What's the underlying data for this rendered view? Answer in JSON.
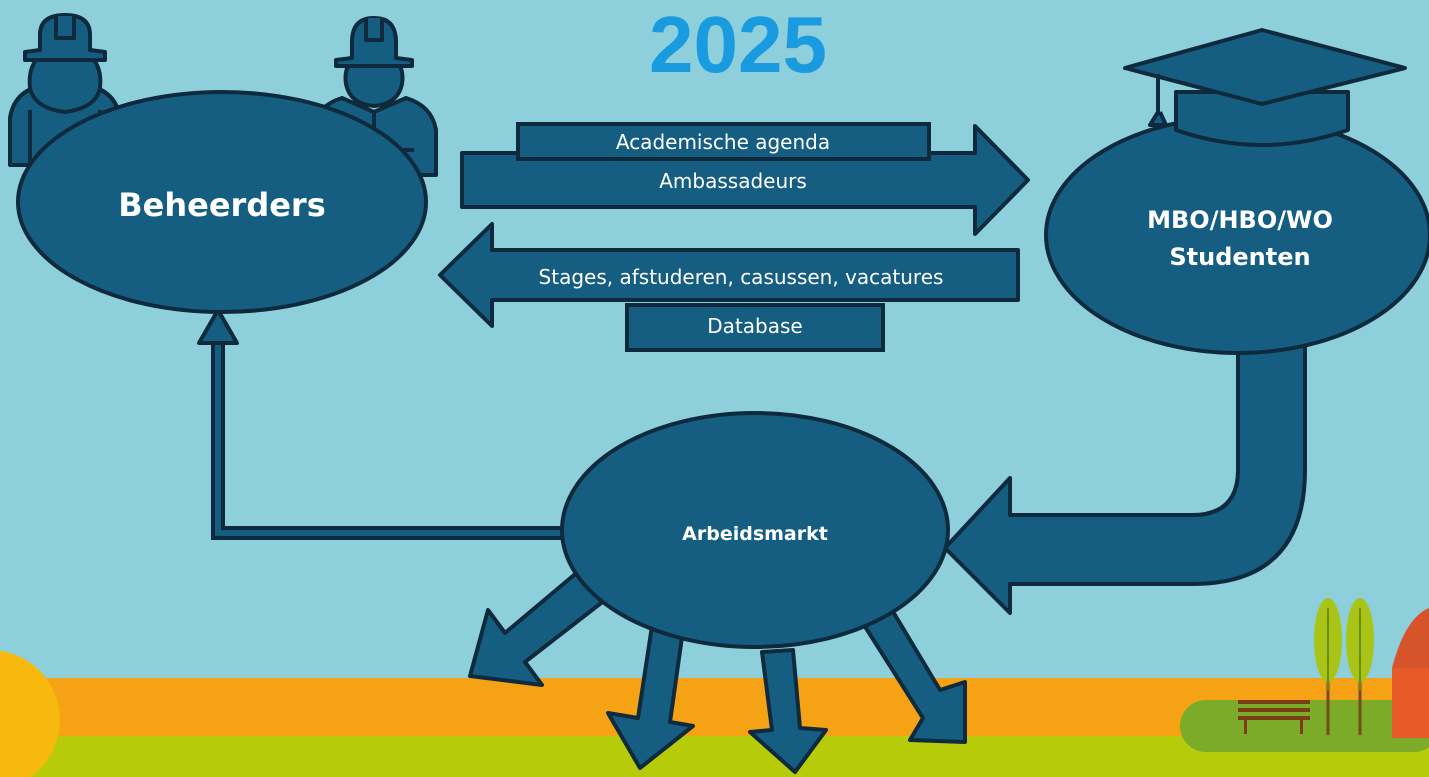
{
  "title": "2025",
  "nodes": {
    "beheerders": "Beheerders",
    "studenten_line1": "MBO/HBO/WO",
    "studenten_line2": "Studenten",
    "arbeidsmarkt": "Arbeidsmarkt"
  },
  "flows": {
    "academische_agenda": "Academische agenda",
    "ambassadeurs": "Ambassadeurs",
    "stages": "Stages, afstuderen, casussen, vacatures",
    "database": "Database"
  },
  "colors": {
    "background": "#8dcfdb",
    "node_fill": "#155e82",
    "outline": "#0f2a3c",
    "title": "#1a9be0",
    "orange_band": "#f5a314",
    "green_band": "#b6cc0a"
  },
  "icons": [
    "worker-female-helmet-icon",
    "worker-male-helmet-icon",
    "graduation-cap-icon",
    "tree-icon",
    "bench-icon",
    "sun-icon"
  ]
}
